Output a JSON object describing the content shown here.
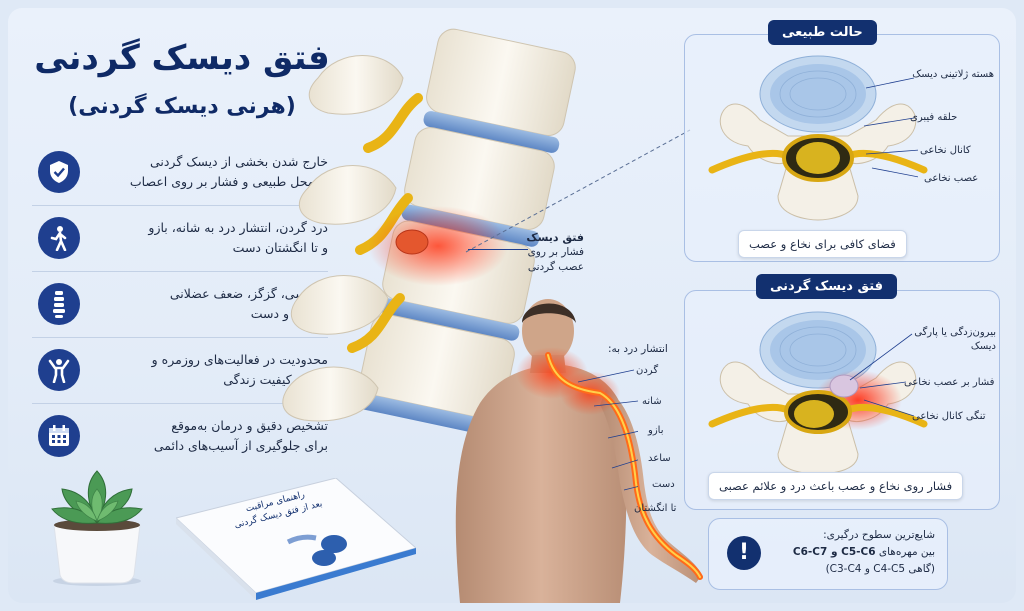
{
  "title": "فتق دیسک گردنی",
  "subtitle": "(هرنی دیسک گردنی)",
  "features": [
    {
      "icon": "shield-check-icon",
      "line1": "خارج شدن بخشی از دیسک گردنی",
      "line2": "از محل طبیعی و فشار بر روی اعصاب"
    },
    {
      "icon": "walking-person-icon",
      "line1": "درد گردن، انتشار درد به شانه، بازو",
      "line2": "و تا انگشتان دست"
    },
    {
      "icon": "spine-icon",
      "line1": "بی‌حسی، گزگز، ضعف عضلانی",
      "line2": "در بازو و دست"
    },
    {
      "icon": "person-arms-up-icon",
      "line1": "محدودیت در فعالیت‌های روزمره و",
      "line2": "کاهش کیفیت زندگی"
    },
    {
      "icon": "calendar-icon",
      "line1": "تشخیص دقیق و درمان به‌موقع",
      "line2": "برای جلوگیری از آسیب‌های دائمی"
    }
  ],
  "spine_callout": {
    "title": "فتق دیسک",
    "line1": "فشار بر روی",
    "line2": "عصب گردنی"
  },
  "pain_spread": {
    "heading": "انتشار درد به:",
    "items": [
      "گردن",
      "شانه",
      "بازو",
      "ساعد",
      "دست",
      "تا انگشتان"
    ]
  },
  "book": {
    "line1": "راهنمای مراقبت",
    "line2": "بعد از فتق دیسک گردنی"
  },
  "normal_panel": {
    "tag": "حالت طبیعی",
    "labels": [
      "هسته ژلاتینی دیسک",
      "حلقه فیبری",
      "کانال نخاعی",
      "عصب نخاعی"
    ],
    "caption": "فضای کافی برای نخاع و عصب"
  },
  "hernia_panel": {
    "tag": "فتق دیسک گردنی",
    "labels": [
      "بیرون‌زدگی یا پارگی دیسک",
      "فشار بر عصب نخاعی",
      "تنگی کانال نخاعی"
    ],
    "caption": "فشار روی نخاع و عصب باعث درد و علائم عصبی"
  },
  "info": {
    "icon": "exclamation-icon",
    "heading": "شایع‌ترین سطوح درگیری:",
    "line_prefix": "بین مهره‌های",
    "levels_main": "C6-C7 و C5-C6",
    "levels_other": "(گاهی C4-C5 و C3-C4)"
  },
  "colors": {
    "navy": "#12306f",
    "pain": "#ff4a1c",
    "disc": "#a9c8ea",
    "nerve": "#f2c21c"
  }
}
